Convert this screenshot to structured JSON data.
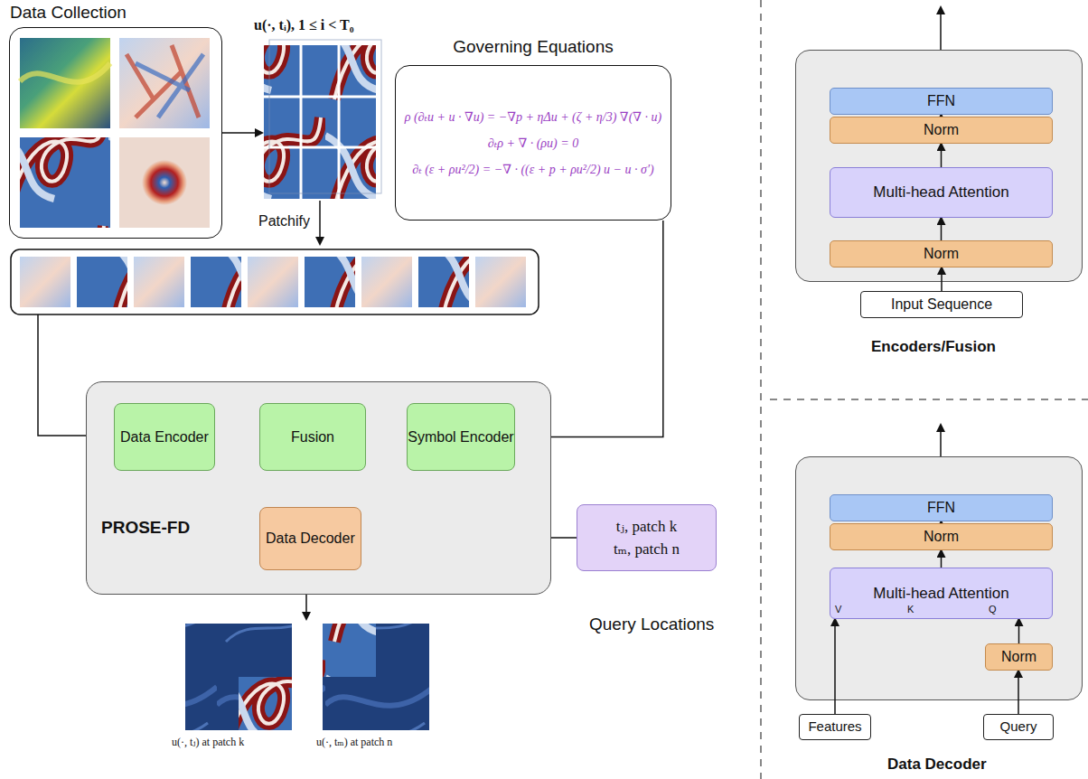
{
  "diagram": {
    "nodes": [
      {
        "text": [
          "Data Collection"
        ]
      },
      {
        "text": [
          "u(·, tᵢ), 1 ≤ i < T₀"
        ]
      },
      {
        "text": [
          "Governing Equations",
          "ρ (∂ₜu + u · ∇u) = −∇p + ηΔu + (ζ + η/3) ∇(∇ · u)",
          "∂ₜρ + ∇ · (ρu) = 0",
          "∂ₜ (ε + ρu²/2) = −∇ · ((ε + p + ρu²/2) u − u · σ′)"
        ]
      },
      {
        "text": [
          "PROSE-FD"
        ]
      },
      {
        "text": [
          "Data Encoder"
        ],
        "in": 3
      },
      {
        "text": [
          "Fusion"
        ],
        "in": 3
      },
      {
        "text": [
          "Symbol Encoder"
        ],
        "in": 3
      },
      {
        "text": [
          "Data Decoder"
        ],
        "in": 3
      },
      {
        "text": [
          "tⱼ, patch k",
          "tₘ, patch n"
        ]
      },
      {
        "text": [
          "FFN"
        ]
      },
      {
        "text": [
          "Norm"
        ]
      },
      {
        "text": [
          "Multi-head Attention"
        ]
      },
      {
        "text": [
          "Norm"
        ]
      },
      {
        "text": [
          "Input Sequence"
        ]
      },
      {
        "text": [
          "FFN"
        ]
      },
      {
        "text": [
          "Norm"
        ]
      },
      {
        "text": [
          "Multi-head Attention"
        ]
      },
      {
        "text": [
          "Norm"
        ]
      },
      {
        "text": [
          "Features"
        ]
      },
      {
        "text": [
          "Query"
        ]
      }
    ],
    "edges": [
      {
        "from": 0,
        "to": 1,
        "arrow": "to"
      },
      {
        "from": 2,
        "to": 6,
        "arrow": "to"
      },
      {
        "from": 4,
        "to": 5,
        "arrow": "to"
      },
      {
        "from": 6,
        "to": 5,
        "arrow": "to"
      },
      {
        "from": 5,
        "to": 7,
        "arrow": "to"
      },
      {
        "from": 8,
        "to": 7,
        "arrow": "to"
      },
      {
        "from": 13,
        "to": 12,
        "arrow": "to"
      },
      {
        "from": 12,
        "to": 11,
        "arrow": "to"
      },
      {
        "from": 11,
        "to": 10,
        "arrow": "to"
      },
      {
        "from": 10,
        "to": 9,
        "arrow": "to"
      },
      {
        "from": 19,
        "to": 17,
        "arrow": "to"
      },
      {
        "from": 17,
        "to": 16,
        "arrow": "to"
      },
      {
        "from": 18,
        "to": 16,
        "arrow": "to"
      },
      {
        "from": 16,
        "to": 15,
        "arrow": "to"
      },
      {
        "from": 15,
        "to": 14,
        "arrow": "to"
      }
    ],
    "labels": [
      "Patchify",
      "Query Locations",
      "u(·, tⱼ) at patch k",
      "u(·, tₘ) at patch n",
      "Encoders/Fusion",
      "V",
      "K",
      "Q",
      "Data Decoder"
    ]
  }
}
